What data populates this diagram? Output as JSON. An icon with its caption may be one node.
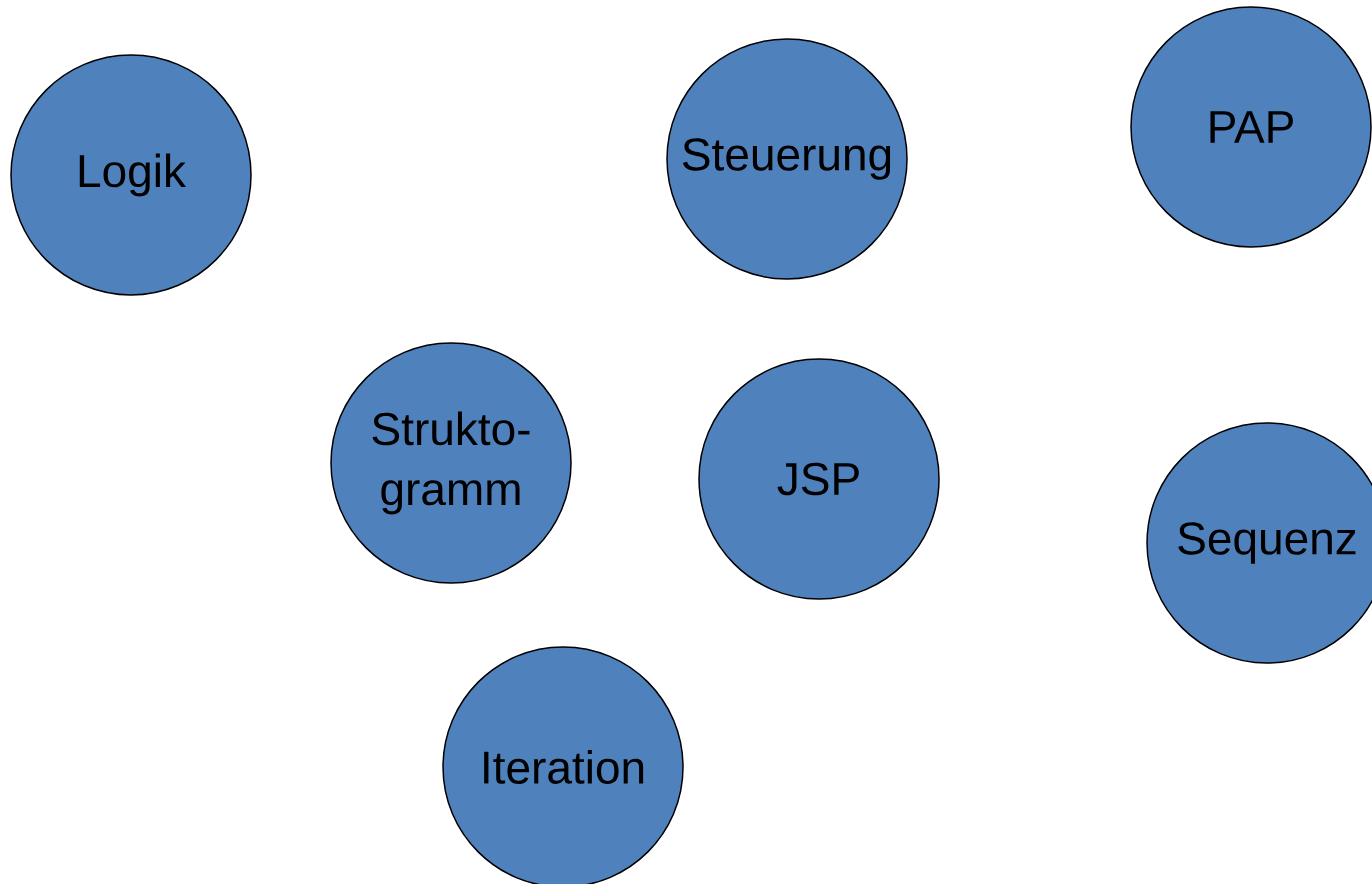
{
  "diagram": {
    "nodes": [
      {
        "text": [
          "Logik"
        ]
      },
      {
        "text": [
          "Steuerung"
        ]
      },
      {
        "text": [
          "PAP"
        ]
      },
      {
        "text": [
          "Strukto- gramm"
        ]
      },
      {
        "text": [
          "JSP"
        ]
      },
      {
        "text": [
          "Sequenz"
        ]
      },
      {
        "text": [
          "Iteration"
        ]
      }
    ]
  }
}
